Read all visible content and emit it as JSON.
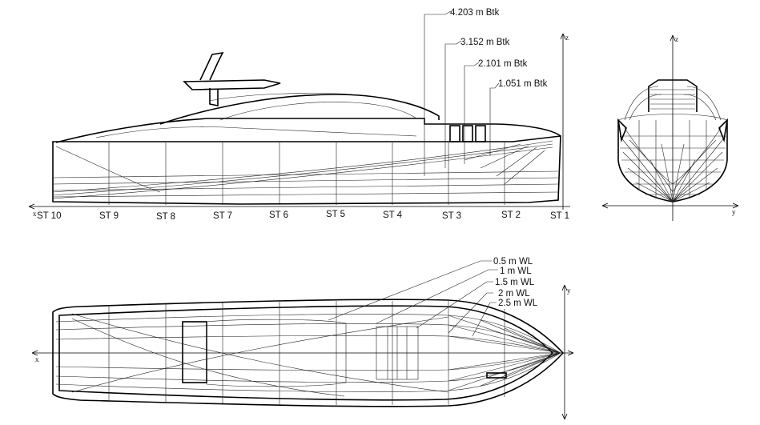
{
  "buttock_labels": [
    "4.203 m Btk",
    "3.152 m Btk",
    "2.101 m Btk",
    "1.051 m Btk"
  ],
  "station_labels": [
    "ST 10",
    "ST 9",
    "ST 8",
    "ST 7",
    "ST 6",
    "ST 5",
    "ST 4",
    "ST 3",
    "ST 2",
    "ST 1"
  ],
  "waterline_labels": [
    "0.5 m WL",
    "1 m WL",
    "1.5 m WL",
    "2 m WL",
    "2.5 m WL"
  ],
  "axes": {
    "profile": {
      "z": "z",
      "x": "x"
    },
    "body": {
      "z": "z",
      "y": "y"
    },
    "plan": {
      "y": "y",
      "x": "x"
    }
  }
}
